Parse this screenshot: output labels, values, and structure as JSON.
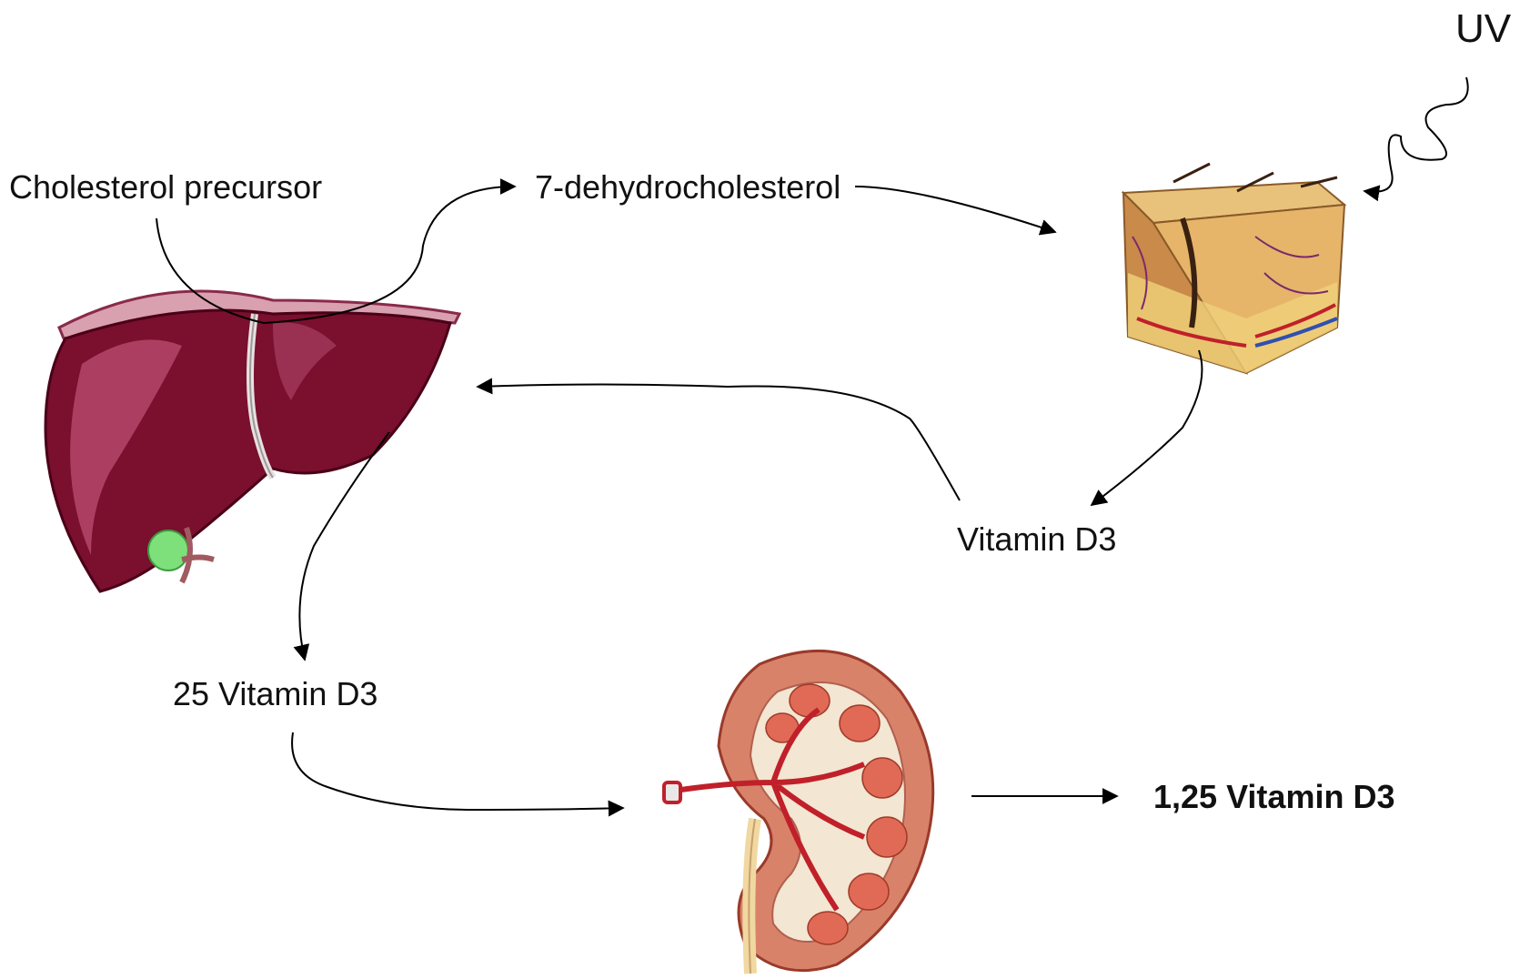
{
  "labels": {
    "precursor": "Cholesterol precursor",
    "seven_dhc": "7-dehydrocholesterol",
    "uv": "UV",
    "vitamin_d3": "Vitamin D3",
    "vitamin_25": "25 Vitamin D3",
    "vitamin_125": "1,25 Vitamin D3"
  },
  "organs": [
    "liver",
    "skin",
    "kidney"
  ],
  "colors": {
    "liver": "#7a0f2e",
    "liver_highlight": "#b5486a",
    "gallbladder": "#7ee07a",
    "skin_top": "#e8c27a",
    "skin_side": "#c98a4a",
    "kidney_outer": "#d9826a",
    "kidney_inner": "#f3e6d2",
    "artery": "#c0202a",
    "arrow": "#000000"
  }
}
